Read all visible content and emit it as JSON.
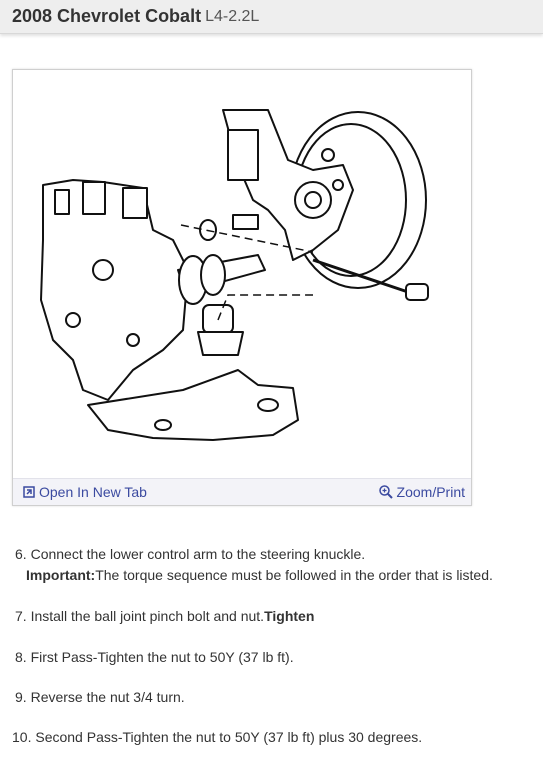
{
  "header": {
    "title": "2008 Chevrolet Cobalt",
    "engine": "L4-2.2L"
  },
  "figure": {
    "open_tab_label": "Open In New Tab",
    "zoom_label": "Zoom/Print",
    "icons": {
      "open": "open-in-new-tab-icon",
      "zoom": "zoom-icon"
    }
  },
  "steps": [
    {
      "num": "6.",
      "text": "Connect the lower control arm to the steering knuckle."
    },
    {
      "important_label": "Important:",
      "important_text": "The torque sequence must be followed in the order that is listed."
    },
    {
      "num": "7.",
      "text": "Install the ball joint pinch bolt and nut.",
      "bold": "Tighten"
    },
    {
      "num": "8.",
      "text": "First Pass-Tighten the nut to 50Y (37 lb ft)."
    },
    {
      "num": "9.",
      "text": "Reverse the nut 3/4 turn."
    },
    {
      "num": "10.",
      "text": "Second Pass-Tighten the nut to 50Y (37 lb ft) plus 30 degrees."
    }
  ],
  "colors": {
    "link": "#3b4aa0",
    "header_bg": "#eeeeee"
  }
}
